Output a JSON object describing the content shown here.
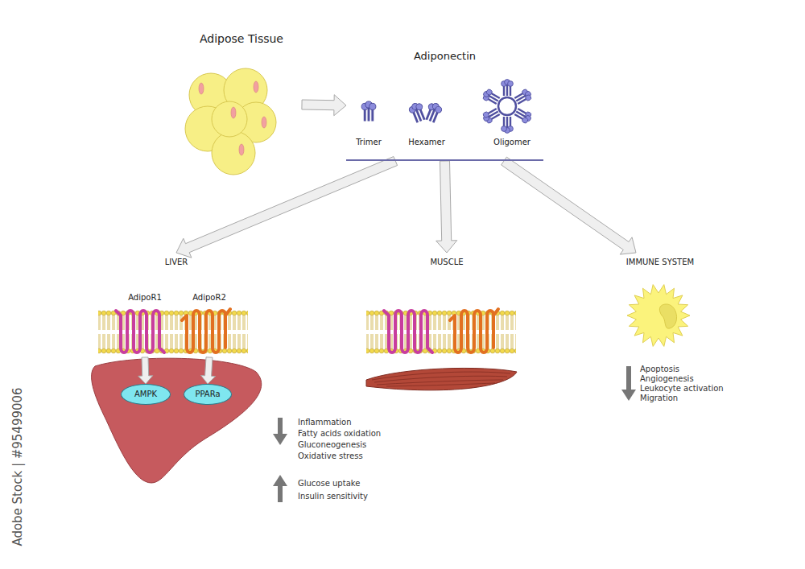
{
  "diagram": {
    "nodes": [
      {
        "text": [
          "Adipose Tissue"
        ]
      },
      {
        "text": [
          "Adiponectin"
        ]
      },
      {
        "text": [
          "Trimer"
        ],
        "in": 1
      },
      {
        "text": [
          "Hexamer"
        ],
        "in": 1
      },
      {
        "text": [
          "Oligomer"
        ],
        "in": 1
      },
      {
        "text": [
          "LIVER"
        ]
      },
      {
        "text": [
          "AdipoR1"
        ],
        "in": 5
      },
      {
        "text": [
          "AdipoR2"
        ],
        "in": 5
      },
      {
        "text": [
          "AMPK"
        ],
        "in": 5
      },
      {
        "text": [
          "PPARa"
        ],
        "in": 5
      },
      {
        "text": [
          "MUSCLE"
        ]
      },
      {
        "text": [
          "IMMUNE SYSTEM"
        ]
      }
    ],
    "edges": [
      {
        "from": 0,
        "to": 1,
        "arrow": "to"
      },
      {
        "from": 1,
        "to": 5,
        "arrow": "to"
      },
      {
        "from": 1,
        "to": 10,
        "arrow": "to"
      },
      {
        "from": 1,
        "to": 11,
        "arrow": "to"
      },
      {
        "from": 6,
        "to": 8,
        "arrow": "to"
      },
      {
        "from": 7,
        "to": 9,
        "arrow": "to"
      }
    ],
    "labels": [
      "Inflammation",
      "Fatty acids oxidation",
      "Gluconeogenesis",
      "Oxidative stress",
      "Glucose uptake",
      "Insulin sensitivity",
      "Apoptosis",
      "Angiogenesis",
      "Leukocyte activation",
      "Migration",
      "Adobe Stock | #95499006"
    ]
  }
}
